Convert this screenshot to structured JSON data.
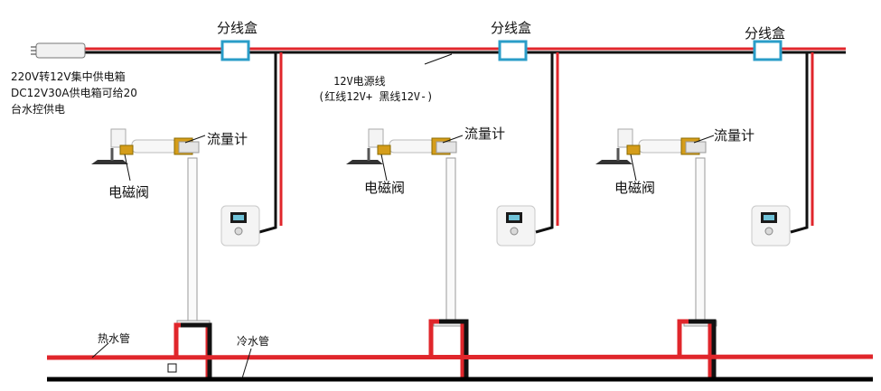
{
  "supply_box": {
    "line1": "220V转12V集中供电箱",
    "line2": "DC12V30A供电箱可给20",
    "line3": "台水控供电"
  },
  "junction_box_label": "分线盒",
  "power_line": {
    "line1": "12V电源线",
    "line2": "(红线12V+ 黑线12V-)"
  },
  "flow_meter_label": "流量计",
  "solenoid_valve_label": "电磁阀",
  "hot_pipe_label": "热水管",
  "cold_pipe_label": "冷水管",
  "colors": {
    "positive_wire": "#e0262b",
    "negative_wire": "#111111",
    "junction_box": "#2a9dc8",
    "hot_pipe": "#e0262b",
    "cold_pipe": "#000000"
  }
}
